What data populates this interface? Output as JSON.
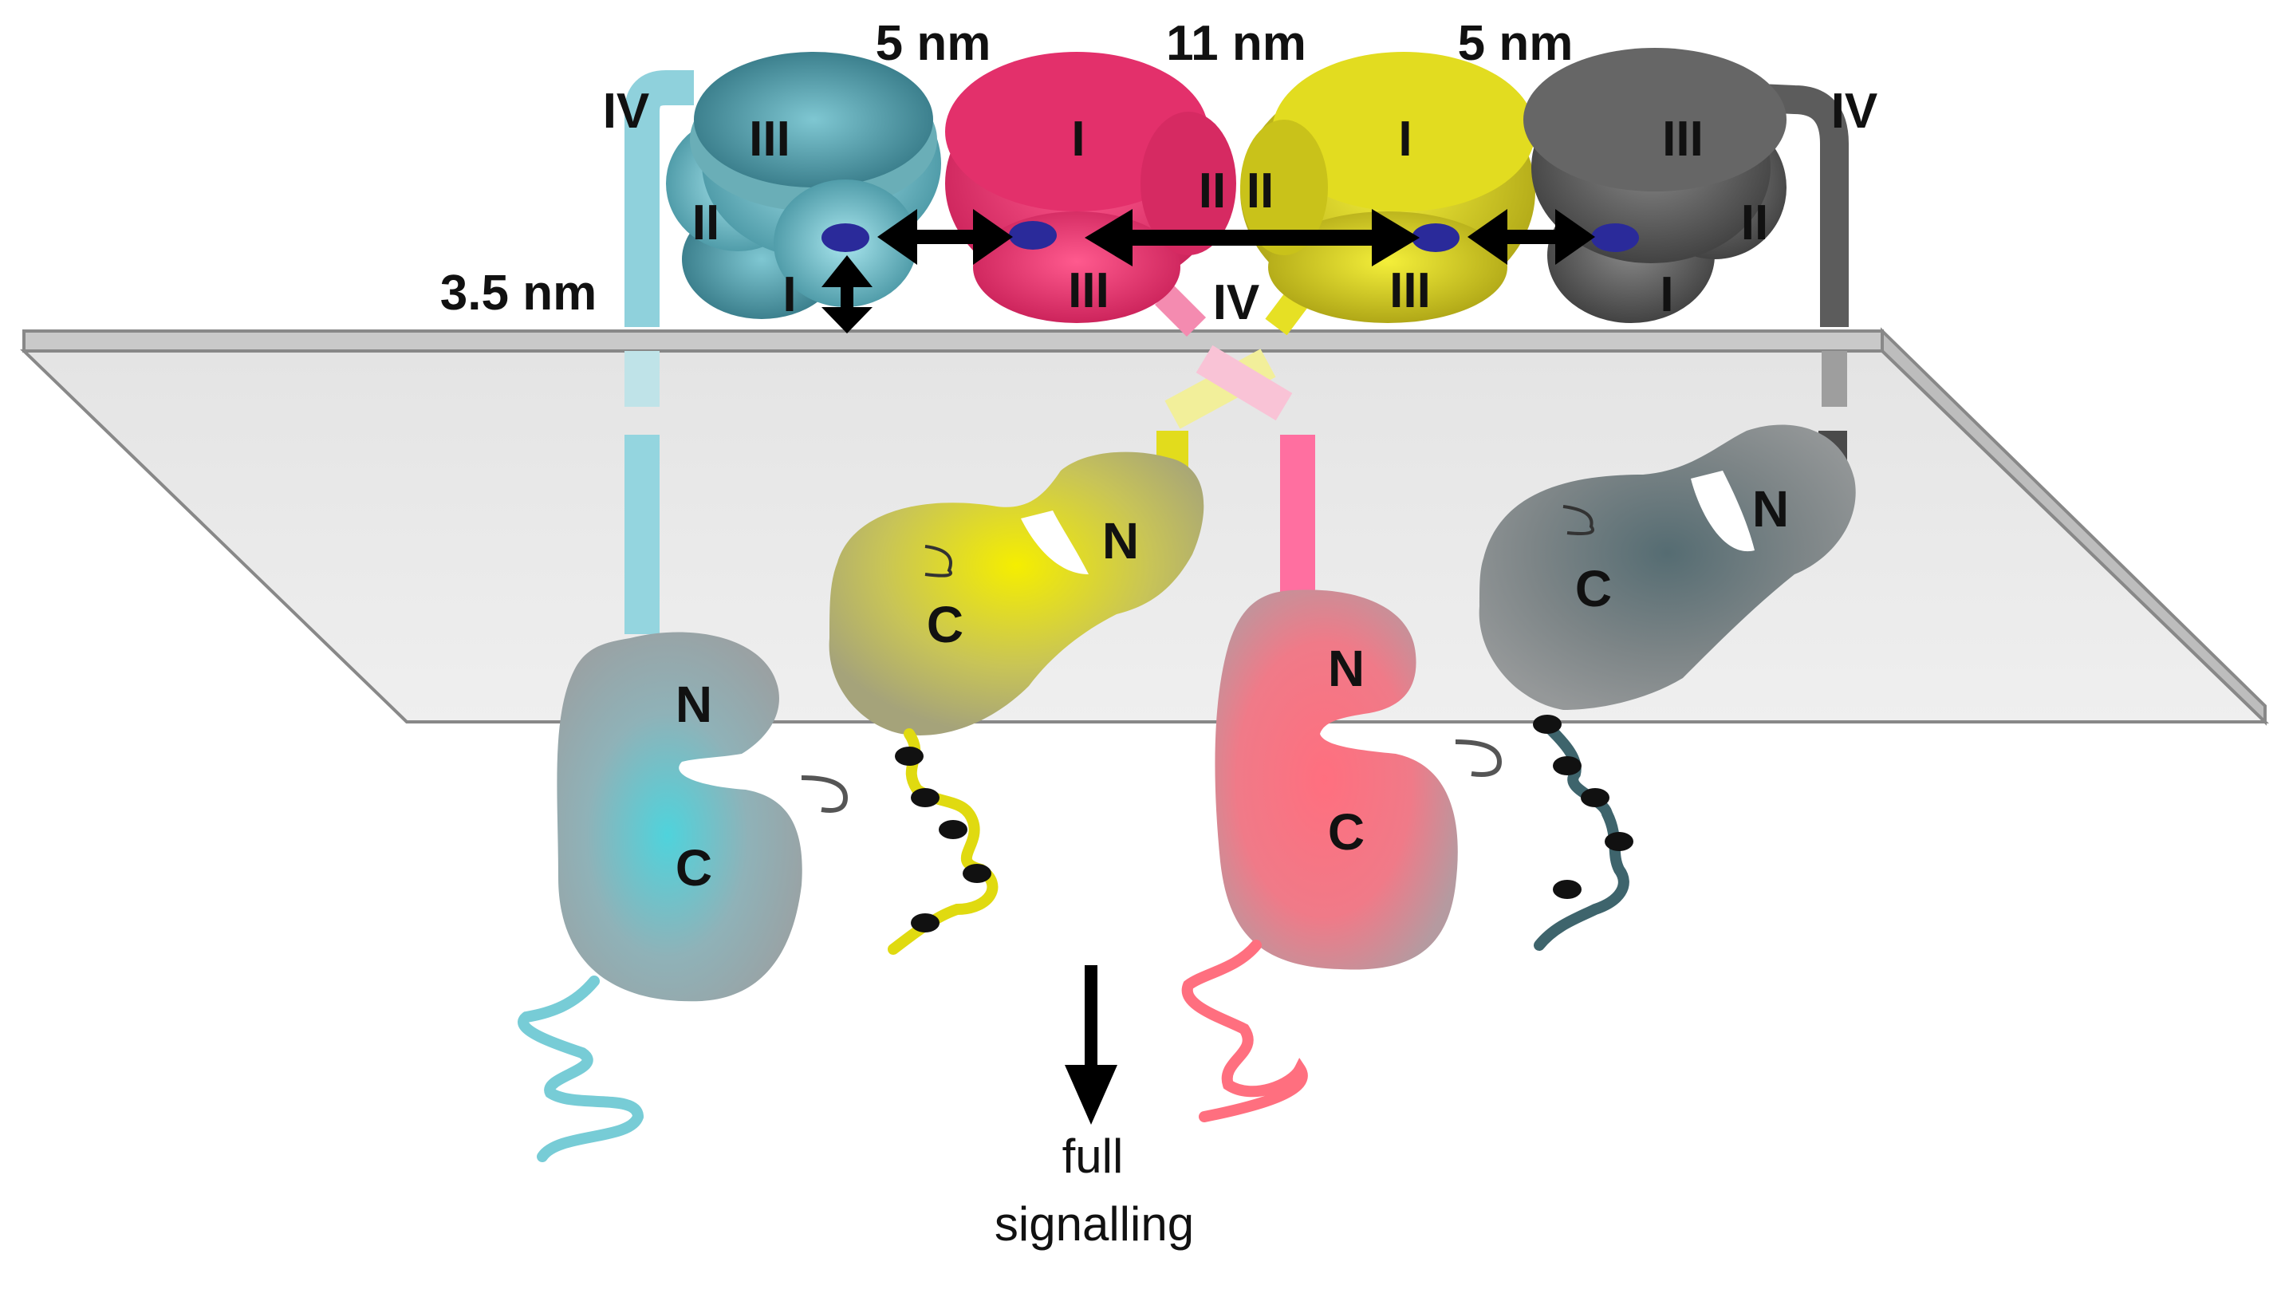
{
  "labels": {
    "dist_left": "5 nm",
    "dist_mid": "11 nm",
    "dist_right": "5 nm",
    "height": "3.5 nm",
    "full": "full",
    "signalling": "signalling"
  },
  "domains": {
    "cyan": {
      "top": "III",
      "mid": "II",
      "bot": "I",
      "stalk": "IV"
    },
    "pink": {
      "top": "I",
      "mid": "II",
      "bot": "III"
    },
    "yellow": {
      "top": "I",
      "mid": "II",
      "bot": "III",
      "stalk": "IV"
    },
    "grey": {
      "top": "III",
      "mid": "II",
      "bot": "I",
      "stalk": "IV"
    }
  },
  "kinases": {
    "cyan": {
      "n": "N",
      "c": "C"
    },
    "yellow": {
      "n": "N",
      "c": "C"
    },
    "pink": {
      "n": "N",
      "c": "C"
    },
    "grey": {
      "n": "N",
      "c": "C"
    }
  },
  "colors": {
    "cyan": "#6fb9c6",
    "pink": "#e83d73",
    "yellow": "#d8d21c",
    "grey": "#555555",
    "membrane": "#e9e9e9",
    "ligand": "#2a2a9a"
  }
}
